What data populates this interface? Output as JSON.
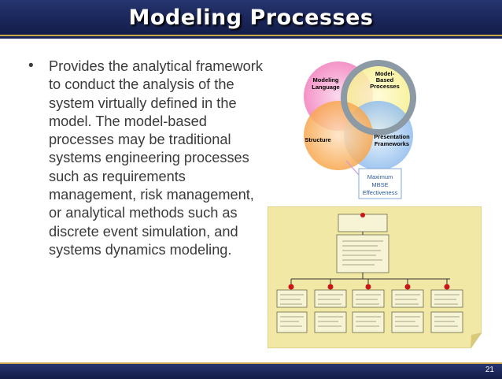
{
  "slide": {
    "title": "Modeling Processes",
    "bullet": "Provides the analytical framework to conduct the analysis of the system virtually defined in the model.  The model-based processes may be traditional systems engineering processes such as requirements management, risk management, or analytical methods such as discrete event simulation, and systems dynamics modeling.",
    "bullet_marker": "•",
    "page_number": "21"
  },
  "venn": {
    "labels": [
      "Modeling",
      "Language",
      "Model-",
      "Based",
      "Processes",
      "Presentation",
      "Frameworks",
      "Structure"
    ],
    "callout": [
      "Maximum",
      "MBSE",
      "Effectiveness"
    ],
    "colors": {
      "pink": "#f06fb4",
      "yellow": "#f4ec7b",
      "blue": "#7fb2ea",
      "orange": "#f79a35",
      "ring": "#8c9aa5"
    }
  },
  "flowchart": {
    "background": "#f2e8a6",
    "node_color": "#c9141a"
  }
}
